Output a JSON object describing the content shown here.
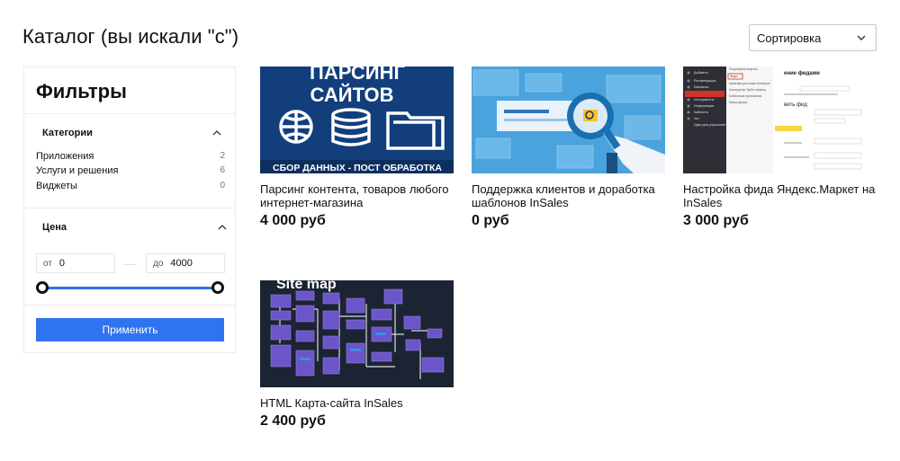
{
  "page": {
    "title": "Каталог (вы искали \"с\")"
  },
  "sort": {
    "label": "Сортировка",
    "icon": "chevron-down-icon"
  },
  "filters": {
    "title": "Фильтры",
    "categories": {
      "title": "Категории",
      "items": [
        {
          "label": "Приложения",
          "count": "2"
        },
        {
          "label": "Услуги и решения",
          "count": "6"
        },
        {
          "label": "Виджеты",
          "count": "0"
        }
      ]
    },
    "price": {
      "title": "Цена",
      "from_label": "от",
      "from_value": "0",
      "to_label": "до",
      "to_value": "4000",
      "range_min_fraction": 0,
      "range_max_fraction": 1
    },
    "apply_label": "Применить"
  },
  "products": [
    {
      "name": "Парсинг контента, товаров любого интернет-магазина",
      "price": "4 000 руб",
      "image": {
        "line1": "ПАРСИНГ",
        "line2": "САЙТОВ",
        "footer": "СБОР ДАННЫХ - ПОСТ ОБРАБОТКА"
      }
    },
    {
      "name": "Поддержка клиентов и доработка шаблонов InSales",
      "price": "0 руб"
    },
    {
      "name": "Настройка фида Яндекс.Маркет на InSales",
      "price": "3 000 руб",
      "image": {
        "menu": [
          "Добавить",
          "Рекомендации",
          "Кампании",
          "Библиотека",
          "Инструменты",
          "Информация",
          "Кабинеты",
          "Чат",
          "Идеи для улучшения"
        ],
        "submenu": [
          "Популярные вопросы",
          "Фиды",
          "Креативы для смарт-баннеров",
          "Конструктор Турбо-страниц",
          "Мобильные приложения",
          "Минус-фразы"
        ],
        "panel_title": "ение фидами",
        "panel_sub": "вить фид"
      }
    },
    {
      "name": "HTML Карта-сайта InSales",
      "price": "2 400 руб",
      "image": {
        "title": "Site map"
      }
    }
  ],
  "colors": {
    "accent": "#2f73f1",
    "range": "#2f6fec",
    "border": "#ececec"
  }
}
